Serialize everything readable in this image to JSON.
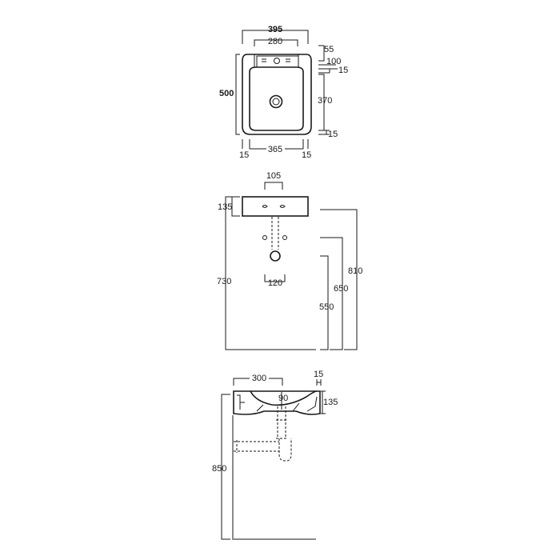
{
  "top_view": {
    "overall_width": "395",
    "inner_width": "280",
    "depth_55": "55",
    "depth_100": "100",
    "depth_15_top": "15",
    "overall_depth": "500",
    "basin_depth": "370",
    "depth_15_bottom": "15",
    "rim_left": "15",
    "basin_width": "365",
    "rim_right": "15"
  },
  "front_view": {
    "tap_spacing": "105",
    "basin_height": "135",
    "floor_to_top": "730",
    "waste_width": "120",
    "height_810": "810",
    "height_650": "650",
    "height_550": "550"
  },
  "side_view": {
    "projection": "300",
    "rim_thickness": "15",
    "waste_offset": "90",
    "basin_height": "135",
    "floor_height": "850"
  }
}
